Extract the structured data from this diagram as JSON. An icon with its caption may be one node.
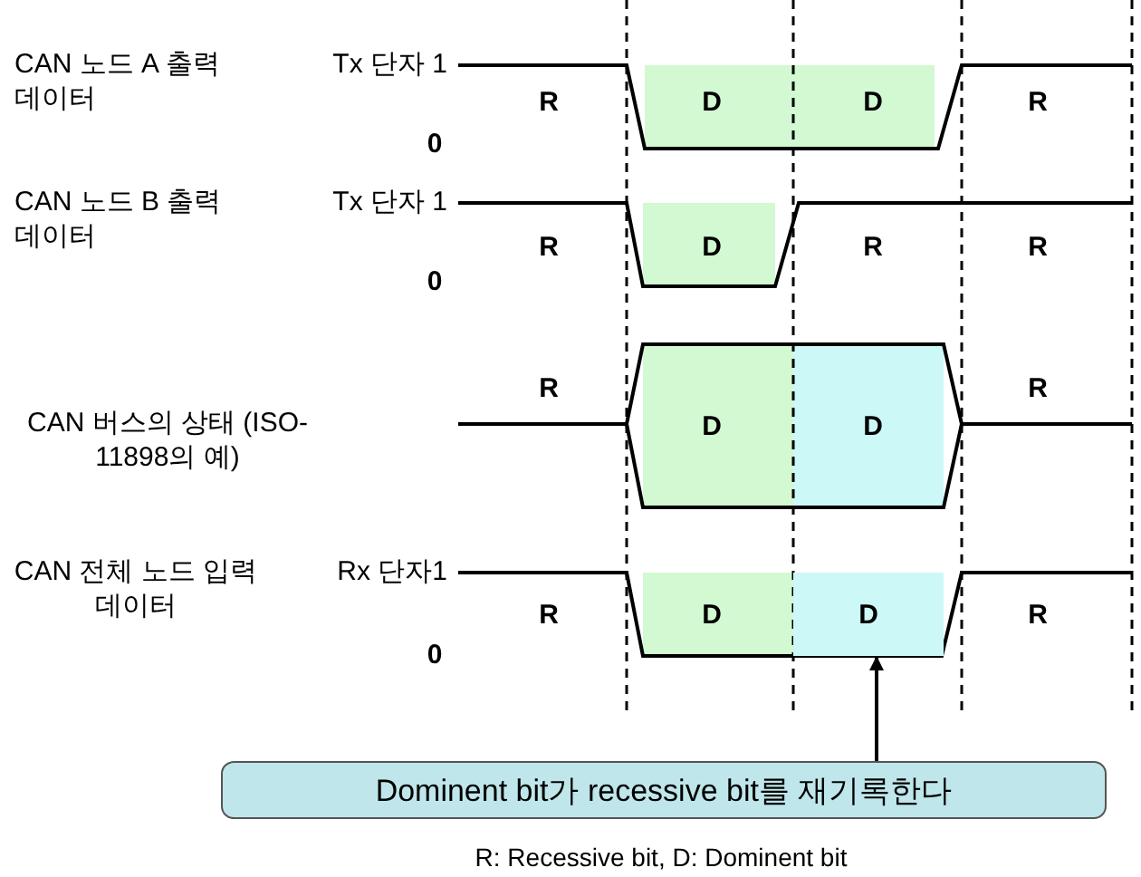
{
  "diagram": {
    "nodes": [
      {
        "text": [
          "Dominent bit가 recessive bit를 재기록한다"
        ]
      },
      {
        "text": [
          "D"
        ]
      }
    ],
    "edges": [
      {
        "from": 0,
        "to": 1,
        "arrow": "to"
      }
    ],
    "labels": [
      "CAN 노드 A 출력 데이터",
      "Tx 단자 1",
      "0",
      "R",
      "D",
      "D",
      "R",
      "CAN 노드 B 출력 데이터",
      "Tx 단자 1",
      "0",
      "R",
      "D",
      "R",
      "R",
      "R",
      "R",
      "CAN 버스의 상태 (ISO-11898의 예)",
      "D",
      "D",
      "CAN 전체 노드 입력 데이터",
      "Rx 단자1",
      "R",
      "D",
      "R",
      "0",
      "R: Recessive bit, D: Dominent bit"
    ]
  }
}
